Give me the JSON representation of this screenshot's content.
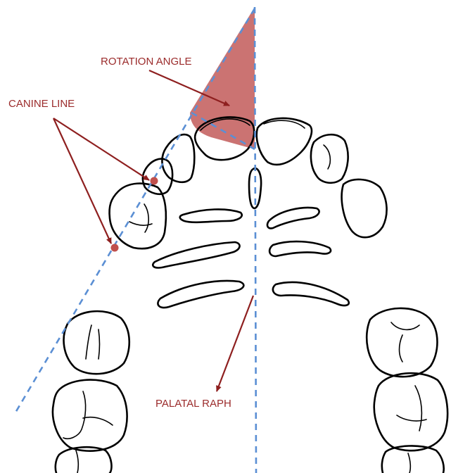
{
  "labels": {
    "rotation_angle": "ROTATION ANGLE",
    "canine_line": "CANINE LINE",
    "palatal_raph": "PALATAL RAPH"
  },
  "colors": {
    "label": "#9b2b2b",
    "arrow": "#8e1f1f",
    "dashed_line": "#5b8fd4",
    "angle_fill": "#bf5453",
    "marker": "#c0504d",
    "outline": "#000000"
  }
}
